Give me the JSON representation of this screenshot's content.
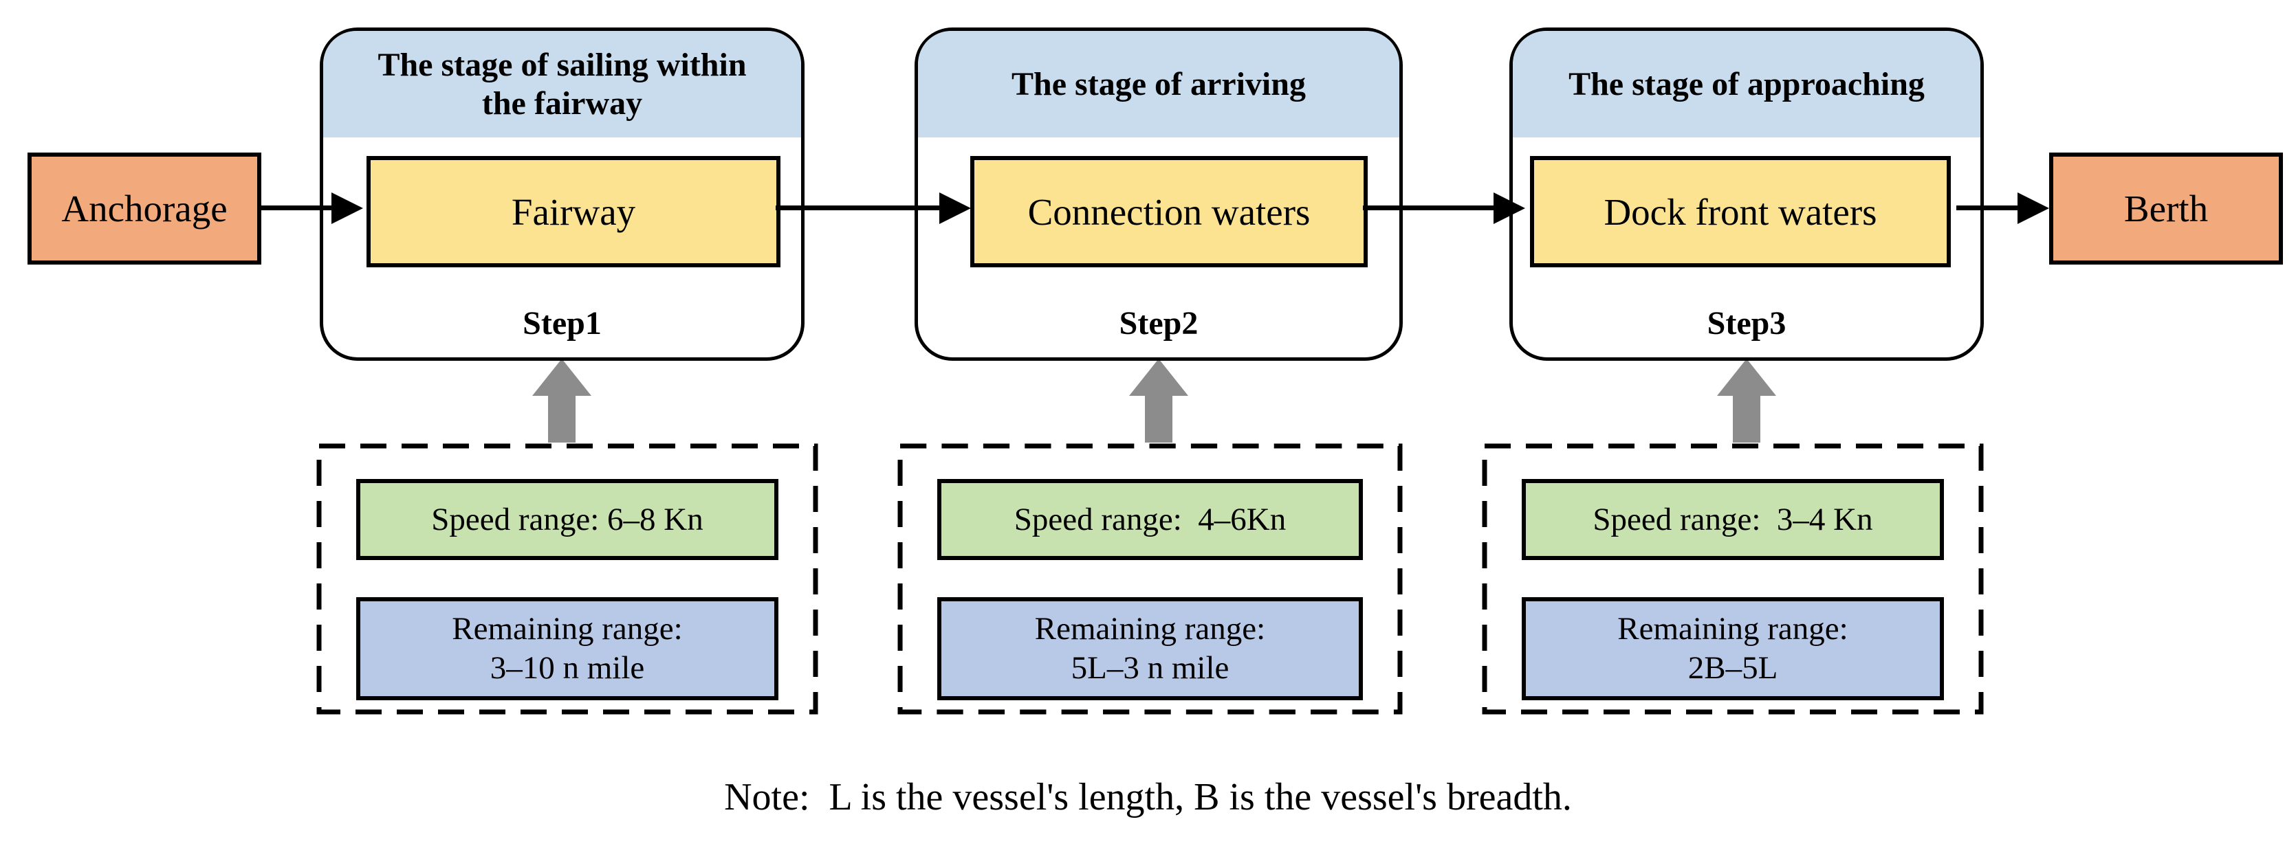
{
  "flow": {
    "start_label": "Anchorage",
    "end_label": "Berth",
    "stages": [
      {
        "header": "The stage of sailing within\nthe fairway",
        "waters": "Fairway",
        "step": "Step1",
        "speed": "Speed range: 6–8 Kn",
        "remaining": "Remaining range:\n3–10 n mile"
      },
      {
        "header": "The stage of arriving",
        "waters": "Connection waters",
        "step": "Step2",
        "speed": "Speed range:  4–6Kn",
        "remaining": "Remaining range:\n5L–3 n mile"
      },
      {
        "header": "The stage of approaching",
        "waters": "Dock front waters",
        "step": "Step3",
        "speed": "Speed range:  3–4 Kn",
        "remaining": "Remaining range:\n2B–5L"
      }
    ]
  },
  "note": "Note:  L is the vessel's length, B is the vessel's breadth.",
  "colors": {
    "terminal_box": "#F2A97B",
    "waters_box": "#FBE392",
    "stage_header": "#C9DCEE",
    "speed_box": "#C7E1AF",
    "remaining_box": "#B8C9E8",
    "up_arrow": "#8C8C8C",
    "outline": "#000000"
  }
}
